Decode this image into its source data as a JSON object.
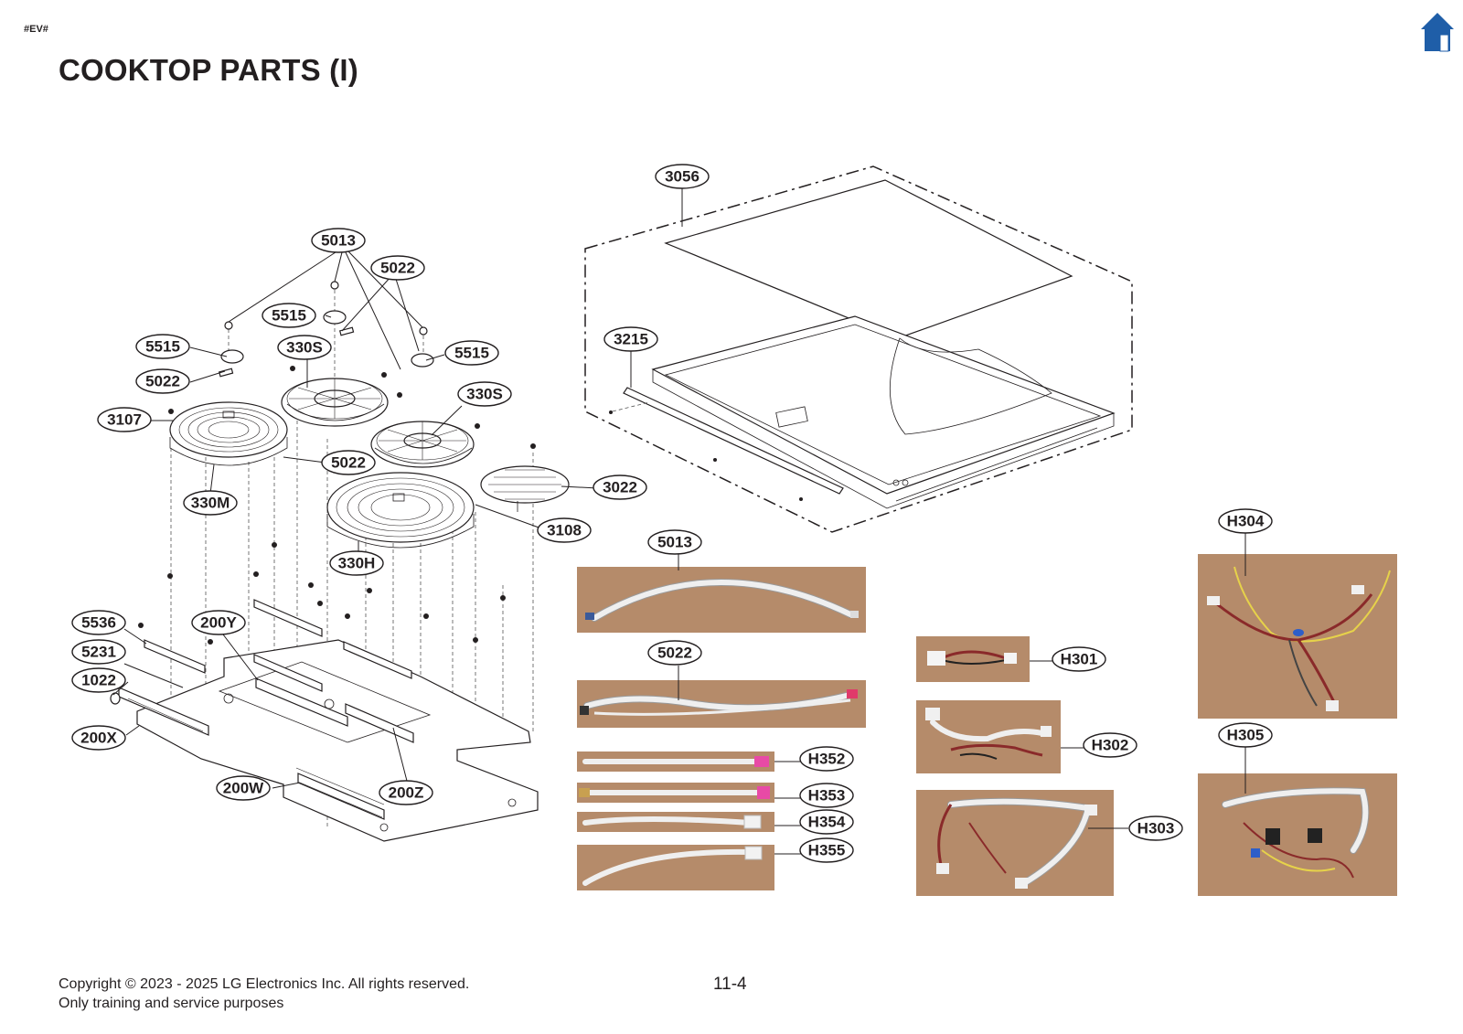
{
  "header": {
    "page_code": "#EV#",
    "title": "COOKTOP PARTS (I)",
    "home_icon": "home-icon",
    "home_color": "#1f5ea8"
  },
  "footer": {
    "copyright": "Copyright © 2023 - 2025 LG Electronics Inc. All rights reserved.",
    "note": "Only training and service purposes",
    "page_number": "11-4"
  },
  "callouts": {
    "c3056": "3056",
    "c3215": "3215",
    "c5013_top": "5013",
    "c5022_top": "5022",
    "c5515_a": "5515",
    "c5515_b": "5515",
    "c5515_c": "5515",
    "c330S_a": "330S",
    "c330S_b": "330S",
    "c5022_left": "5022",
    "c3107": "3107",
    "c5022_mid": "5022",
    "c330M": "330M",
    "c3022": "3022",
    "c3108": "3108",
    "c330H": "330H",
    "c5536": "5536",
    "c200Y": "200Y",
    "c5231": "5231",
    "c1022": "1022",
    "c200X": "200X",
    "c200W": "200W",
    "c200Z": "200Z",
    "c5013_photo": "5013",
    "c5022_photo": "5022",
    "cH352": "H352",
    "cH353": "H353",
    "cH354": "H354",
    "cH355": "H355",
    "cH301": "H301",
    "cH302": "H302",
    "cH303": "H303",
    "cH304": "H304",
    "cH305": "H305"
  }
}
